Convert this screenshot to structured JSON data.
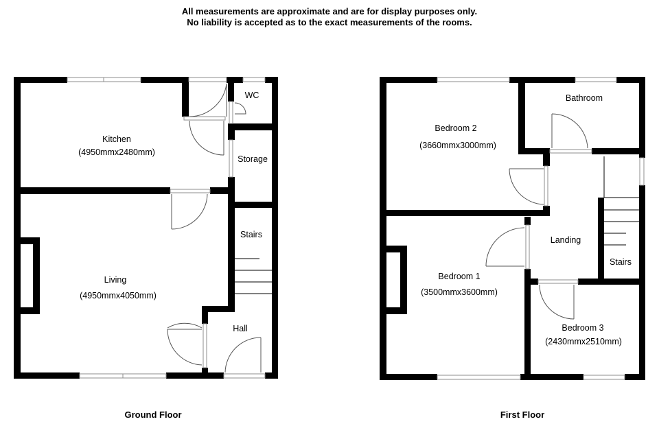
{
  "disclaimer": {
    "line1": "All measurements are approximate  and are for display purposes only.",
    "line2": "No liability is accepted as to the exact measurements of the rooms."
  },
  "ground_floor": {
    "title": "Ground Floor",
    "kitchen": {
      "name": "Kitchen",
      "size": "(4950mmx2480mm)"
    },
    "wc": {
      "name": "WC"
    },
    "storage": {
      "name": "Storage"
    },
    "stairs": {
      "name": "Stairs"
    },
    "living": {
      "name": "Living",
      "size": "(4950mmx4050mm)"
    },
    "hall": {
      "name": "Hall"
    }
  },
  "first_floor": {
    "title": "First Floor",
    "bedroom2": {
      "name": "Bedroom 2",
      "size": "(3660mmx3000mm)"
    },
    "bathroom": {
      "name": "Bathroom"
    },
    "landing": {
      "name": "Landing"
    },
    "stairs": {
      "name": "Stairs"
    },
    "bedroom1": {
      "name": "Bedroom 1",
      "size": "(3500mmx3600mm)"
    },
    "bedroom3": {
      "name": "Bedroom 3",
      "size": "(2430mmx2510mm)"
    }
  }
}
